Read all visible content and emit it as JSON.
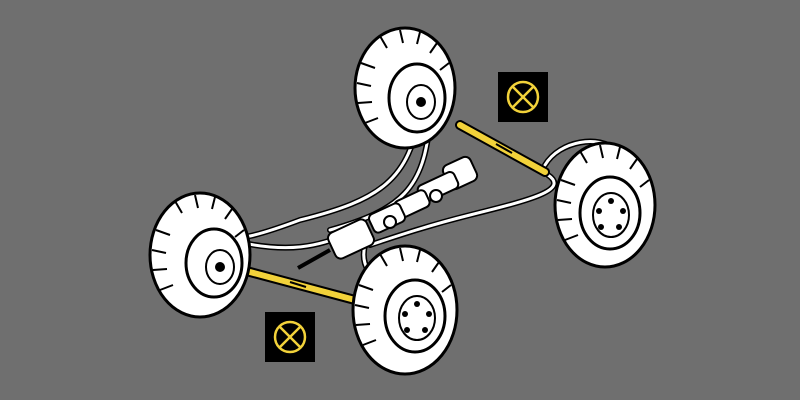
{
  "diagram": {
    "subject": "drivetrain",
    "colors": {
      "background": "#6f6f6f",
      "line": "#000000",
      "fill": "#ffffff",
      "highlight_shaft": "#f2d23a",
      "badge_background": "#000000",
      "badge_symbol": "#f2d23a"
    },
    "wheels": [
      {
        "id": "front-left",
        "tread_icon": "tire-tread-icon"
      },
      {
        "id": "front-right",
        "tread_icon": "tire-tread-icon"
      },
      {
        "id": "rear-left",
        "tread_icon": "tire-tread-icon"
      },
      {
        "id": "rear-right",
        "tread_icon": "tire-tread-icon"
      }
    ],
    "markers": [
      {
        "id": "upper-shaft-marker",
        "icon": "circle-x-icon"
      },
      {
        "id": "lower-shaft-marker",
        "icon": "circle-x-icon"
      }
    ]
  }
}
